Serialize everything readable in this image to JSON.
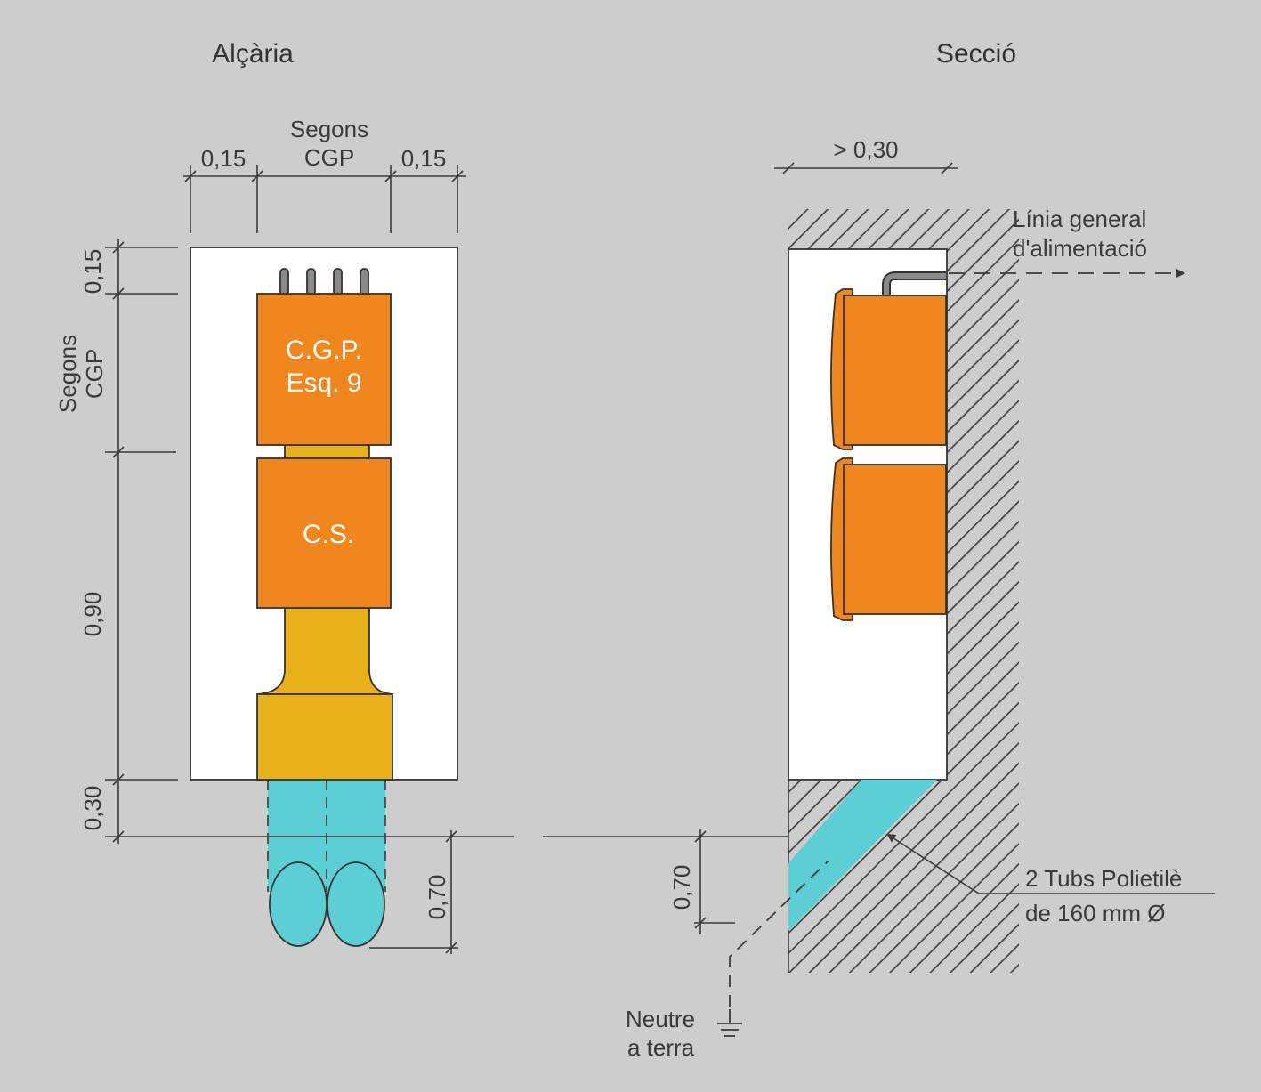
{
  "elevation": {
    "title": "Alçària",
    "top_dims": {
      "left": "0,15",
      "middle_line1": "Segons",
      "middle_line2": "CGP",
      "right": "0,15"
    },
    "side_dims": {
      "top": "0,15",
      "cgp_line1": "Segons",
      "cgp_line2": "CGP",
      "middle": "0,90",
      "bottom": "0,30"
    },
    "depth_dim": "0,70",
    "cgp_box": {
      "line1": "C.G.P.",
      "line2": "Esq. 9"
    },
    "cs_box": "C.S."
  },
  "section": {
    "title": "Secció",
    "width_dim": "> 0,30",
    "feed_line": {
      "line1": "Línia general",
      "line2": "d'alimentació"
    },
    "depth_dim": "0,70",
    "tubes": {
      "line1": "2 Tubs Polietilè",
      "line2": "de 160 mm Ø"
    },
    "earth": {
      "line1": "Neutre",
      "line2": "a terra"
    }
  },
  "colors": {
    "background": "#cdcdcd",
    "box": "#f0861e",
    "connector": "#e8b11a",
    "tube": "#5bcfd4",
    "wall": "#ffffff",
    "line": "#3a3a3a"
  }
}
